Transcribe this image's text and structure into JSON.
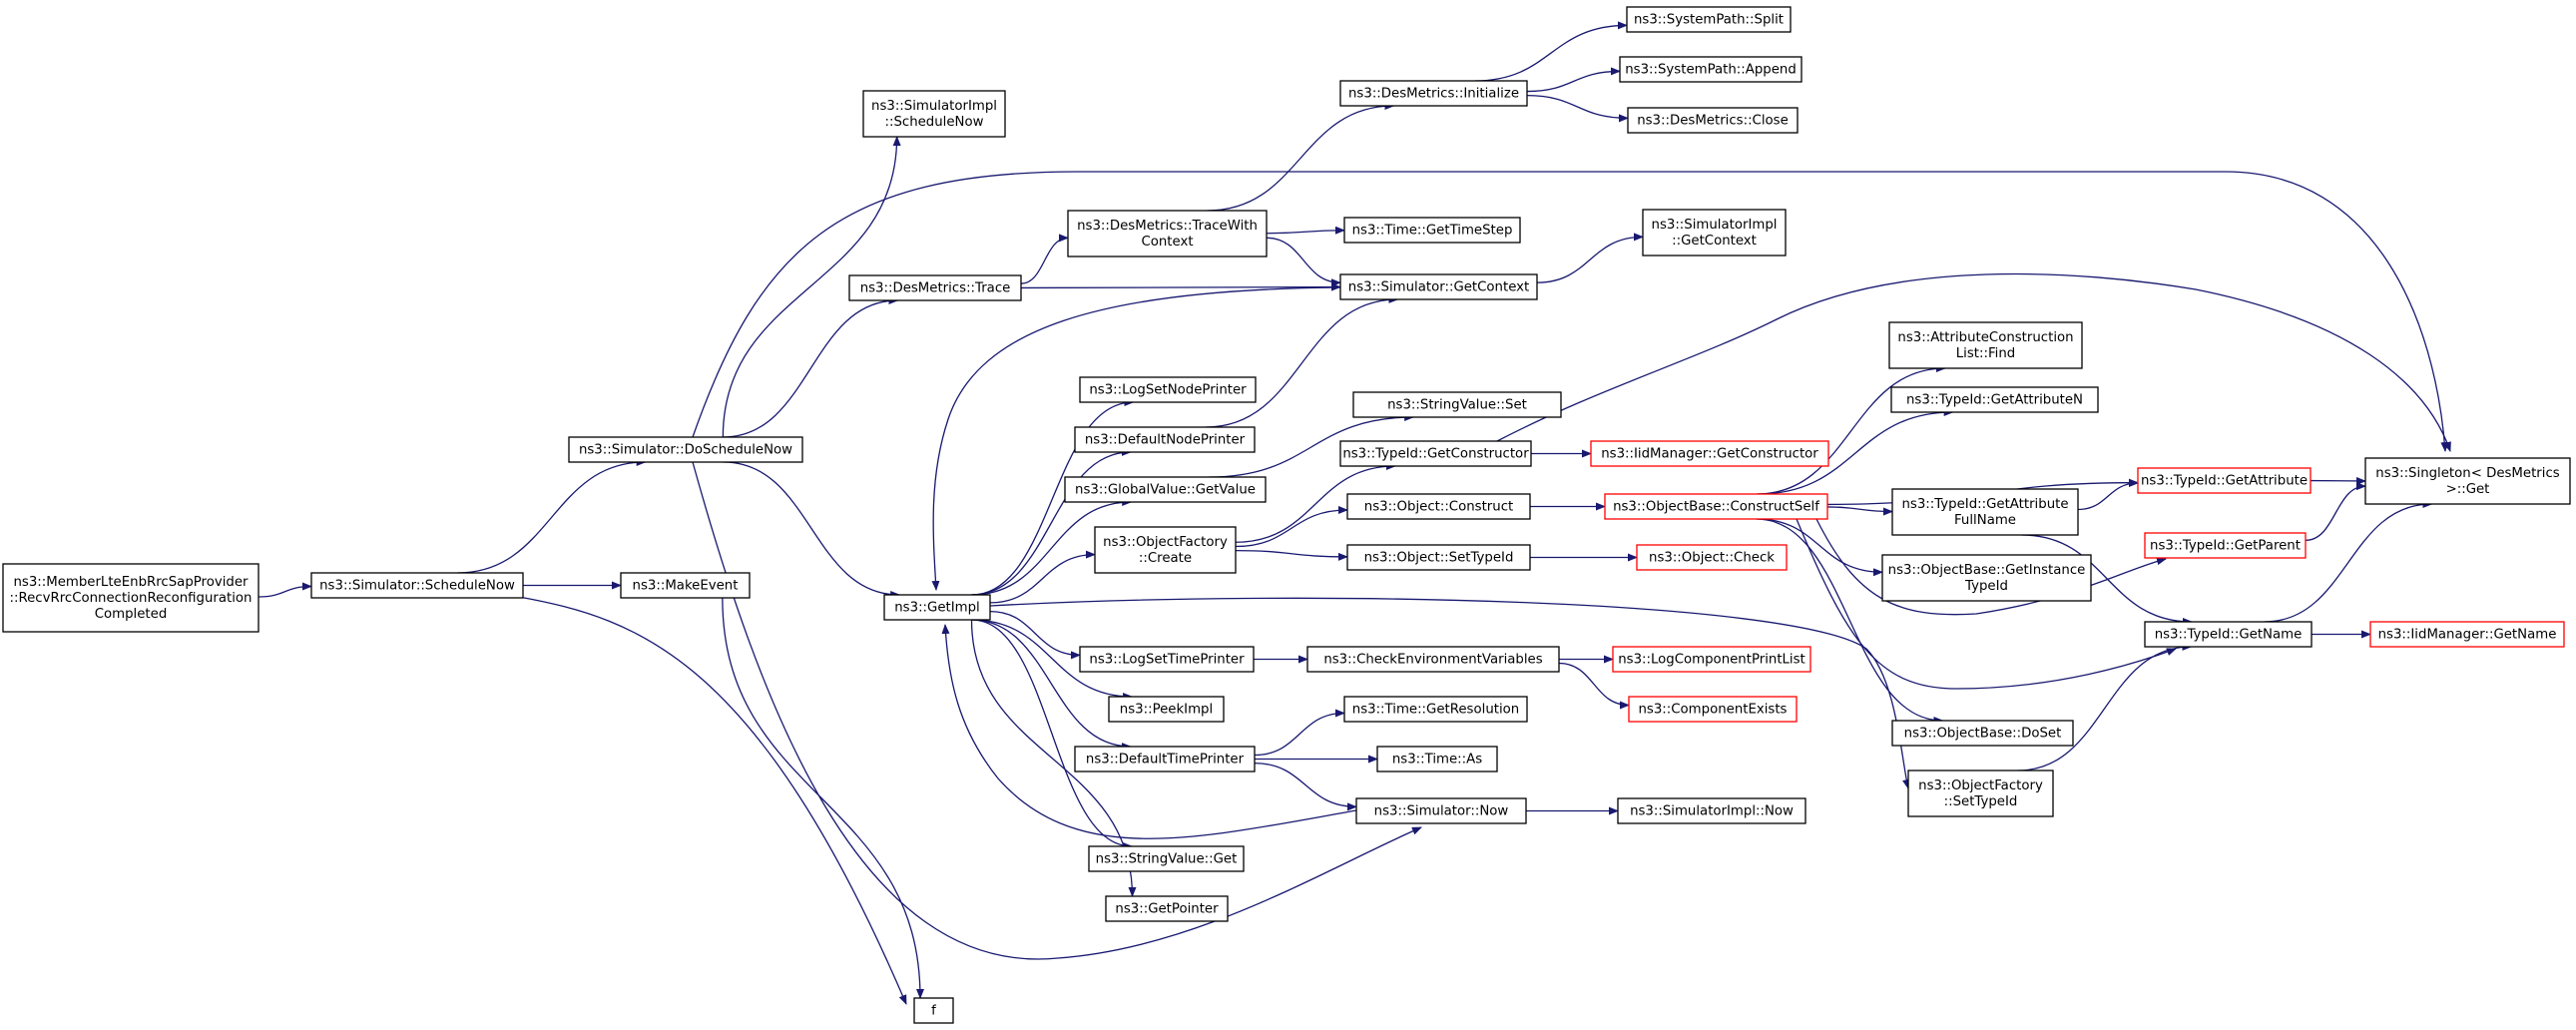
{
  "graph": {
    "colors": {
      "edge": "#191970",
      "node_border": "#000000",
      "node_border_truncated": "#ff0000",
      "node_fill": "#ffffff",
      "root_fill": "#bfbfbf"
    },
    "nodes": [
      {
        "id": "root",
        "lines": [
          "ns3::MemberLteEnbRrcSapProvider",
          "::RecvRrcConnectionReconfiguration",
          "Completed"
        ],
        "style": "root"
      },
      {
        "id": "ScheduleNow",
        "lines": [
          "ns3::Simulator::ScheduleNow"
        ],
        "style": "normal"
      },
      {
        "id": "MakeEvent",
        "lines": [
          "ns3::MakeEvent"
        ],
        "style": "normal"
      },
      {
        "id": "f",
        "lines": [
          "f"
        ],
        "style": "normal"
      },
      {
        "id": "DoScheduleNow",
        "lines": [
          "ns3::Simulator::DoScheduleNow"
        ],
        "style": "normal"
      },
      {
        "id": "SimImplScheduleNow",
        "lines": [
          "ns3::SimulatorImpl",
          "::ScheduleNow"
        ],
        "style": "normal"
      },
      {
        "id": "DesTrace",
        "lines": [
          "ns3::DesMetrics::Trace"
        ],
        "style": "normal"
      },
      {
        "id": "TraceWithContext",
        "lines": [
          "ns3::DesMetrics::TraceWith",
          "Context"
        ],
        "style": "normal"
      },
      {
        "id": "DesInitialize",
        "lines": [
          "ns3::DesMetrics::Initialize"
        ],
        "style": "normal"
      },
      {
        "id": "SysSplit",
        "lines": [
          "ns3::SystemPath::Split"
        ],
        "style": "normal"
      },
      {
        "id": "SysAppend",
        "lines": [
          "ns3::SystemPath::Append"
        ],
        "style": "normal"
      },
      {
        "id": "DesClose",
        "lines": [
          "ns3::DesMetrics::Close"
        ],
        "style": "normal"
      },
      {
        "id": "TimeGetTimeStep",
        "lines": [
          "ns3::Time::GetTimeStep"
        ],
        "style": "normal"
      },
      {
        "id": "SimImplGetContext",
        "lines": [
          "ns3::SimulatorImpl",
          "::GetContext"
        ],
        "style": "normal"
      },
      {
        "id": "SimGetContext",
        "lines": [
          "ns3::Simulator::GetContext"
        ],
        "style": "normal"
      },
      {
        "id": "GetImpl",
        "lines": [
          "ns3::GetImpl"
        ],
        "style": "normal"
      },
      {
        "id": "LogSetNodePrinter",
        "lines": [
          "ns3::LogSetNodePrinter"
        ],
        "style": "normal"
      },
      {
        "id": "DefaultNodePrinter",
        "lines": [
          "ns3::DefaultNodePrinter"
        ],
        "style": "normal"
      },
      {
        "id": "GlobalValueGetValue",
        "lines": [
          "ns3::GlobalValue::GetValue"
        ],
        "style": "normal"
      },
      {
        "id": "ObjFactoryCreate",
        "lines": [
          "ns3::ObjectFactory",
          "::Create"
        ],
        "style": "normal"
      },
      {
        "id": "LogSetTimePrinter",
        "lines": [
          "ns3::LogSetTimePrinter"
        ],
        "style": "normal"
      },
      {
        "id": "PeekImpl",
        "lines": [
          "ns3::PeekImpl"
        ],
        "style": "normal"
      },
      {
        "id": "DefaultTimePrinter",
        "lines": [
          "ns3::DefaultTimePrinter"
        ],
        "style": "normal"
      },
      {
        "id": "StringValueGet",
        "lines": [
          "ns3::StringValue::Get"
        ],
        "style": "normal"
      },
      {
        "id": "GetPointer",
        "lines": [
          "ns3::GetPointer"
        ],
        "style": "normal"
      },
      {
        "id": "StringValueSet",
        "lines": [
          "ns3::StringValue::Set"
        ],
        "style": "normal"
      },
      {
        "id": "TypeIdGetConstructor",
        "lines": [
          "ns3::TypeId::GetConstructor"
        ],
        "style": "normal"
      },
      {
        "id": "ObjectConstruct",
        "lines": [
          "ns3::Object::Construct"
        ],
        "style": "normal"
      },
      {
        "id": "ObjectSetTypeId",
        "lines": [
          "ns3::Object::SetTypeId"
        ],
        "style": "normal"
      },
      {
        "id": "CheckEnvVars",
        "lines": [
          "ns3::CheckEnvironmentVariables"
        ],
        "style": "normal"
      },
      {
        "id": "TimeGetResolution",
        "lines": [
          "ns3::Time::GetResolution"
        ],
        "style": "normal"
      },
      {
        "id": "TimeAs",
        "lines": [
          "ns3::Time::As"
        ],
        "style": "normal"
      },
      {
        "id": "SimNow",
        "lines": [
          "ns3::Simulator::Now"
        ],
        "style": "normal"
      },
      {
        "id": "SimImplNow",
        "lines": [
          "ns3::SimulatorImpl::Now"
        ],
        "style": "normal"
      },
      {
        "id": "IidGetConstructor",
        "lines": [
          "ns3::IidManager::GetConstructor"
        ],
        "style": "truncated"
      },
      {
        "id": "ConstructSelf",
        "lines": [
          "ns3::ObjectBase::ConstructSelf"
        ],
        "style": "truncated"
      },
      {
        "id": "ObjectCheck",
        "lines": [
          "ns3::Object::Check"
        ],
        "style": "truncated"
      },
      {
        "id": "LogCompPrintList",
        "lines": [
          "ns3::LogComponentPrintList"
        ],
        "style": "truncated"
      },
      {
        "id": "ComponentExists",
        "lines": [
          "ns3::ComponentExists"
        ],
        "style": "truncated"
      },
      {
        "id": "AttrConstrFind",
        "lines": [
          "ns3::AttributeConstruction",
          "List::Find"
        ],
        "style": "normal"
      },
      {
        "id": "TypeIdGetAttributeN",
        "lines": [
          "ns3::TypeId::GetAttributeN"
        ],
        "style": "normal"
      },
      {
        "id": "TypeIdGetAttrFullName",
        "lines": [
          "ns3::TypeId::GetAttribute",
          "FullName"
        ],
        "style": "normal"
      },
      {
        "id": "GetInstanceTypeId",
        "lines": [
          "ns3::ObjectBase::GetInstance",
          "TypeId"
        ],
        "style": "normal"
      },
      {
        "id": "ObjectBaseDoSet",
        "lines": [
          "ns3::ObjectBase::DoSet"
        ],
        "style": "normal"
      },
      {
        "id": "ObjFactorySetTypeId",
        "lines": [
          "ns3::ObjectFactory",
          "::SetTypeId"
        ],
        "style": "normal"
      },
      {
        "id": "TypeIdGetAttribute",
        "lines": [
          "ns3::TypeId::GetAttribute"
        ],
        "style": "truncated"
      },
      {
        "id": "TypeIdGetParent",
        "lines": [
          "ns3::TypeId::GetParent"
        ],
        "style": "truncated"
      },
      {
        "id": "TypeIdGetName",
        "lines": [
          "ns3::TypeId::GetName"
        ],
        "style": "normal"
      },
      {
        "id": "SingletonGet",
        "lines": [
          "ns3::Singleton< DesMetrics",
          " >::Get"
        ],
        "style": "normal"
      },
      {
        "id": "IidGetName",
        "lines": [
          "ns3::IidManager::GetName"
        ],
        "style": "truncated"
      }
    ],
    "edges": [
      [
        "root",
        "ScheduleNow"
      ],
      [
        "ScheduleNow",
        "MakeEvent"
      ],
      [
        "ScheduleNow",
        "f"
      ],
      [
        "MakeEvent",
        "f"
      ],
      [
        "ScheduleNow",
        "DoScheduleNow"
      ],
      [
        "DoScheduleNow",
        "SimImplScheduleNow"
      ],
      [
        "DoScheduleNow",
        "SingletonGet"
      ],
      [
        "DoScheduleNow",
        "DesTrace"
      ],
      [
        "DoScheduleNow",
        "GetImpl"
      ],
      [
        "DoScheduleNow",
        "SimNow"
      ],
      [
        "DesTrace",
        "TraceWithContext"
      ],
      [
        "DesTrace",
        "SimGetContext"
      ],
      [
        "TraceWithContext",
        "DesInitialize"
      ],
      [
        "TraceWithContext",
        "TimeGetTimeStep"
      ],
      [
        "TraceWithContext",
        "SimGetContext"
      ],
      [
        "DesInitialize",
        "SysSplit"
      ],
      [
        "DesInitialize",
        "SysAppend"
      ],
      [
        "DesInitialize",
        "DesClose"
      ],
      [
        "SimGetContext",
        "SimImplGetContext"
      ],
      [
        "SimGetContext",
        "GetImpl"
      ],
      [
        "GetImpl",
        "LogSetNodePrinter"
      ],
      [
        "GetImpl",
        "DefaultNodePrinter"
      ],
      [
        "GetImpl",
        "GlobalValueGetValue"
      ],
      [
        "GetImpl",
        "ObjFactoryCreate"
      ],
      [
        "GetImpl",
        "LogSetTimePrinter"
      ],
      [
        "GetImpl",
        "PeekImpl"
      ],
      [
        "GetImpl",
        "DefaultTimePrinter"
      ],
      [
        "GetImpl",
        "StringValueGet"
      ],
      [
        "GetImpl",
        "GetPointer"
      ],
      [
        "GetImpl",
        "ObjFactorySetTypeId"
      ],
      [
        "DefaultNodePrinter",
        "SimGetContext"
      ],
      [
        "GlobalValueGetValue",
        "StringValueSet"
      ],
      [
        "ObjFactoryCreate",
        "TypeIdGetConstructor"
      ],
      [
        "ObjFactoryCreate",
        "ObjectConstruct"
      ],
      [
        "ObjFactoryCreate",
        "ObjectSetTypeId"
      ],
      [
        "TypeIdGetConstructor",
        "IidGetConstructor"
      ],
      [
        "TypeIdGetConstructor",
        "SingletonGet"
      ],
      [
        "ObjectConstruct",
        "ConstructSelf"
      ],
      [
        "ObjectSetTypeId",
        "ObjectCheck"
      ],
      [
        "LogSetTimePrinter",
        "CheckEnvVars"
      ],
      [
        "CheckEnvVars",
        "LogCompPrintList"
      ],
      [
        "CheckEnvVars",
        "ComponentExists"
      ],
      [
        "DefaultTimePrinter",
        "TimeGetResolution"
      ],
      [
        "DefaultTimePrinter",
        "TimeAs"
      ],
      [
        "DefaultTimePrinter",
        "SimNow"
      ],
      [
        "SimNow",
        "SimImplNow"
      ],
      [
        "SimNow",
        "GetImpl"
      ],
      [
        "ConstructSelf",
        "AttrConstrFind"
      ],
      [
        "ConstructSelf",
        "TypeIdGetAttributeN"
      ],
      [
        "ConstructSelf",
        "TypeIdGetAttribute"
      ],
      [
        "ConstructSelf",
        "TypeIdGetAttrFullName"
      ],
      [
        "ConstructSelf",
        "GetInstanceTypeId"
      ],
      [
        "ConstructSelf",
        "TypeIdGetParent"
      ],
      [
        "ConstructSelf",
        "TypeIdGetName"
      ],
      [
        "ConstructSelf",
        "ObjectBaseDoSet"
      ],
      [
        "TypeIdGetAttrFullName",
        "TypeIdGetAttribute"
      ],
      [
        "TypeIdGetAttrFullName",
        "TypeIdGetName"
      ],
      [
        "ObjFactorySetTypeId",
        "TypeIdGetName"
      ],
      [
        "TypeIdGetAttribute",
        "SingletonGet"
      ],
      [
        "TypeIdGetParent",
        "SingletonGet"
      ],
      [
        "TypeIdGetName",
        "SingletonGet"
      ],
      [
        "TypeIdGetName",
        "IidGetName"
      ]
    ]
  }
}
